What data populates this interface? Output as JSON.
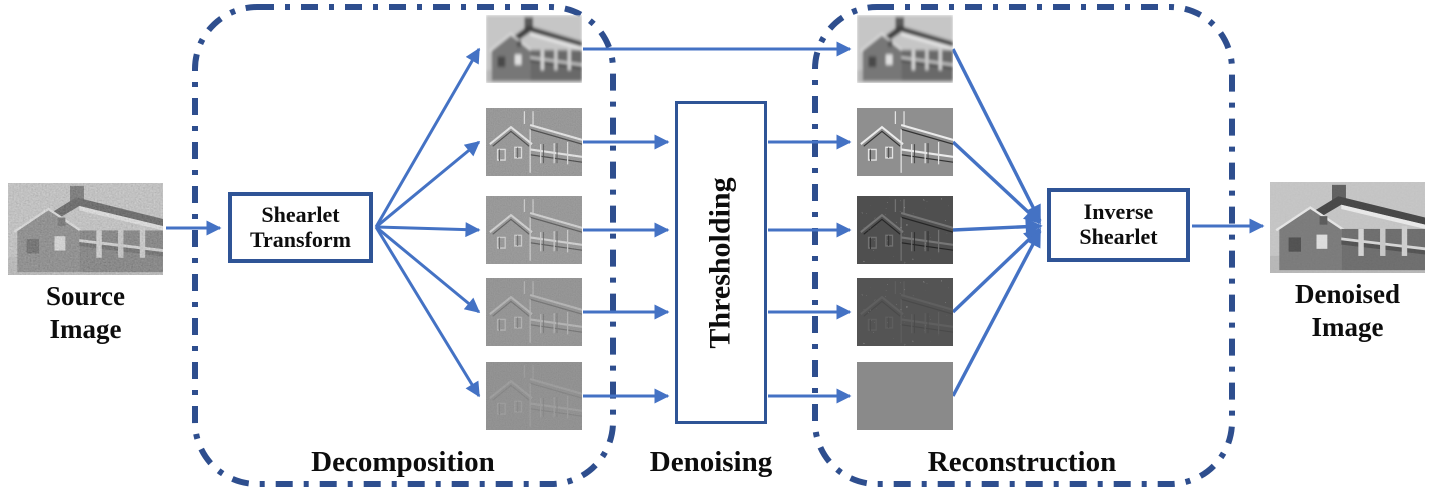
{
  "colors": {
    "arrow": "#4472C4",
    "box_border": "#2F5496",
    "dash_border": "#2E4E8E",
    "text": "#0d0d0d"
  },
  "input": {
    "caption_line1": "Source",
    "caption_line2": "Image"
  },
  "output": {
    "caption_line1": "Denoised",
    "caption_line2": "Image"
  },
  "boxes": {
    "shearlet": {
      "line1": "Shearlet",
      "line2": "Transform"
    },
    "thresholding": {
      "label": "Thresholding"
    },
    "inverse": {
      "line1": "Inverse",
      "line2": "Shearlet"
    }
  },
  "regions": {
    "decomposition": {
      "label": "Decomposition"
    },
    "denoising": {
      "label": "Denoising"
    },
    "reconstruction": {
      "label": "Reconstruction"
    }
  }
}
